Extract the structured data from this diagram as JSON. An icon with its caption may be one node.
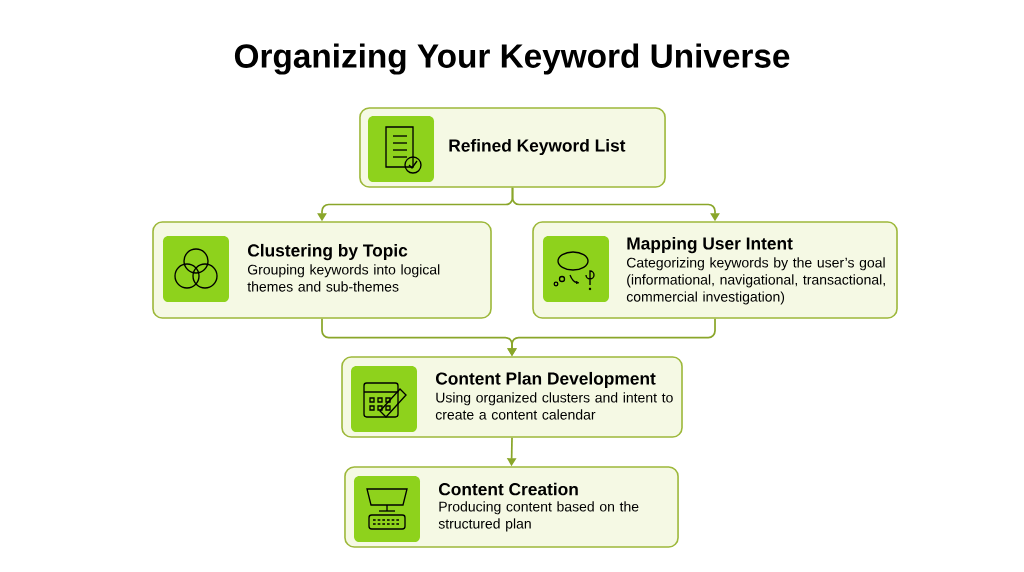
{
  "diagram": {
    "title": "Organizing Your Keyword Universe",
    "nodes": [
      {
        "text": [
          "Refined Keyword List"
        ]
      },
      {
        "text": [
          "Clustering by Topic",
          "Grouping keywords into logical themes and sub-themes"
        ]
      },
      {
        "text": [
          "Mapping User Intent",
          "Categorizing keywords by the user’s goal (informational, navigational, transactional, commercial investigation)"
        ]
      },
      {
        "text": [
          "Content Plan Development",
          "Using organized clusters and intent to create a content calendar"
        ]
      },
      {
        "text": [
          "Content Creation",
          "Producing content based on the structured plan"
        ]
      }
    ],
    "edges": [
      {
        "from": 0,
        "to": 1,
        "arrow": "to"
      },
      {
        "from": 0,
        "to": 2,
        "arrow": "to"
      },
      {
        "from": 1,
        "to": 3,
        "arrow": "to"
      },
      {
        "from": 2,
        "to": 3,
        "arrow": "to"
      },
      {
        "from": 3,
        "to": 4,
        "arrow": "to"
      }
    ]
  }
}
